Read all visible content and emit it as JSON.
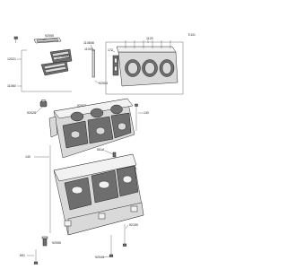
{
  "page_code": "E101",
  "labels": {
    "l_92055": "92055",
    "l_120b": "12022",
    "l_120a": "12021",
    "l_119": "11060",
    "l_110a": "110608",
    "l_172": "172",
    "l_1120": "1120",
    "l_92003": "92003",
    "l_92004": "92004",
    "l_140": "140",
    "l_92028": "92028",
    "l_130": "130",
    "l_551a": "551A",
    "l_551b": "551A",
    "l_92045": "92045",
    "l_92150": "92150",
    "l_92055b": "92055",
    "l_651": "651",
    "l_110bb": "11009"
  },
  "colors": {
    "line": "#333333",
    "part_fill": "#d9d9d9",
    "dark_fill": "#6e6e6e"
  }
}
